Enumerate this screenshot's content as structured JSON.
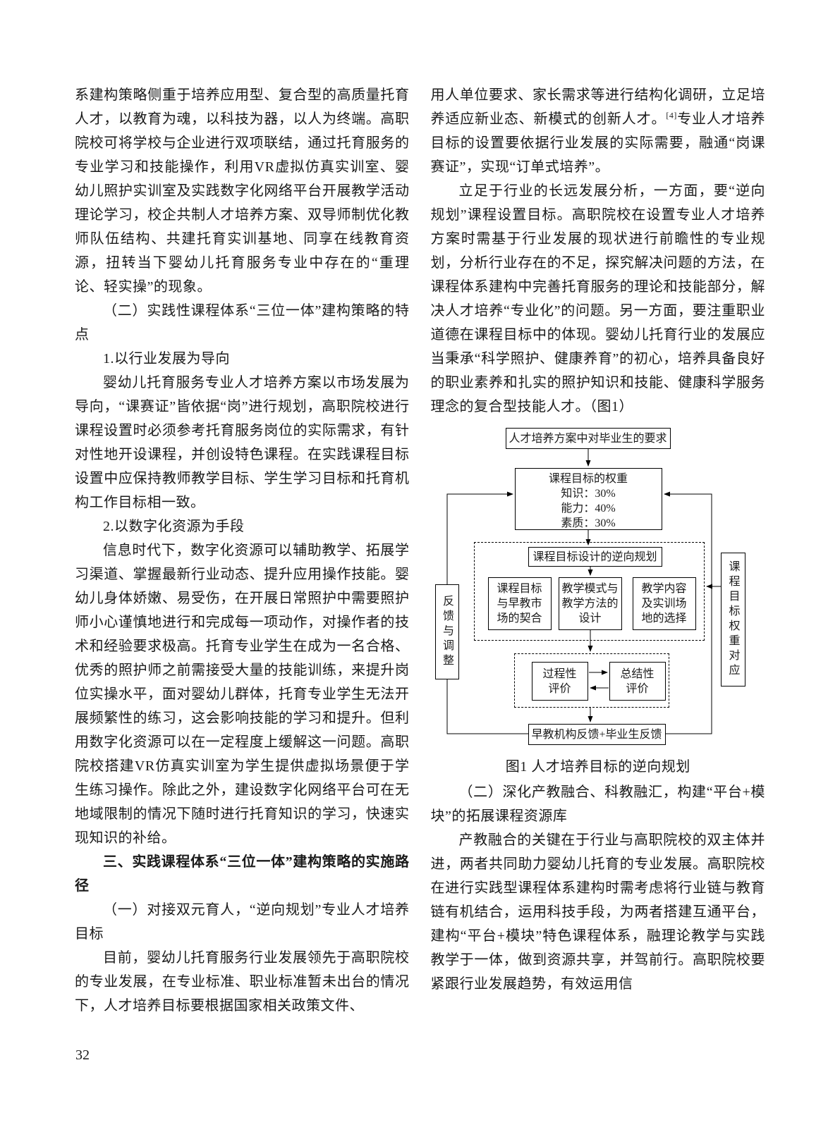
{
  "page_number": "32",
  "left_column": {
    "paragraphs": [
      "系建构策略侧重于培养应用型、复合型的高质量托育人才，以教育为魂，以科技为器，以人为终端。高职院校可将学校与企业进行双项联结，通过托育服务的专业学习和技能操作，利用VR虚拟仿真实训室、婴幼儿照护实训室及实践数字化网络平台开展教学活动理论学习，校企共制人才培养方案、双导师制优化教师队伍结构、共建托育实训基地、同享在线教育资源，扭转当下婴幼儿托育服务专业中存在的“重理论、轻实操”的现象。",
      "（二）实践性课程体系“三位一体”建构策略的特点",
      "1.以行业发展为导向",
      "婴幼儿托育服务专业人才培养方案以市场发展为导向，“课赛证”皆依据“岗”进行规划，高职院校进行课程设置时必须参考托育服务岗位的实际需求，有针对性地开设课程，并创设特色课程。在实践课程目标设置中应保持教师教学目标、学生学习目标和托育机构工作目标相一致。",
      "2.以数字化资源为手段",
      "信息时代下，数字化资源可以辅助教学、拓展学习渠道、掌握最新行业动态、提升应用操作技能。婴幼儿身体娇嫩、易受伤，在开展日常照护中需要照护师小心谨慎地进行和完成每一项动作，对操作者的技术和经验要求极高。托育专业学生在成为一名合格、优秀的照护师之前需接受大量的技能训练，来提升岗位实操水平，面对婴幼儿群体，托育专业学生无法开展频繁性的练习，这会影响技能的学习和提升。但利用数字化资源可以在一定程度上缓解这一问题。高职院校搭建VR仿真实训室为学生提供虚拟场景便于学生练习操作。除此之外，建设数字化网络平台可在无地域限制的情况下随时进行托育知识的学习，快速实现知识的补给。",
      "三、实践课程体系“三位一体”建构策略的实施路径",
      "（一）对接双元育人，“逆向规划”专业人才培养目标",
      "目前，婴幼儿托育服务行业发展领先于高职院校的专业发展，在专业标准、职业标准暂未出台的情况下，人才培养目标要根据国家相关政策文件、"
    ]
  },
  "right_column": {
    "para1_pre": "用人单位要求、家长需求等进行结构化调研，立足培养适应新业态、新模式的创新人才。",
    "para1_sup": "[4]",
    "para1_post": "专业人才培养目标的设置要依据行业发展的实际需要，融通“岗课赛证”，实现“订单式培养”。",
    "para2": "立足于行业的长远发展分析，一方面，要“逆向规划”课程设置目标。高职院校在设置专业人才培养方案时需基于行业发展的现状进行前瞻性的专业规划，分析行业存在的不足，探究解决问题的方法，在课程体系建构中完善托育服务的理论和技能部分，解决人才培养“专业化”的问题。另一方面，要注重职业道德在课程目标中的体现。婴幼儿托育行业的发展应当秉承“科学照护、健康养育”的初心，培养具备良好的职业素养和扎实的照护知识和技能、健康科学服务理念的复合型技能人才。（图1）",
    "para3": "（二）深化产教融合、科教融汇，构建“平台+模块”的拓展课程资源库",
    "para4": "产教融合的关键在于行业与高职院校的双主体并进，两者共同助力婴幼儿托育的专业发展。高职院校在进行实践型课程体系建构时需考虑将行业链与教育链有机结合，运用科技手段，为两者搭建互通平台，建构“平台+模块”特色课程体系，融理论教学与实践教学于一体，做到资源共享，并驾前行。高职院校要紧跟行业发展趋势，有效运用信"
  },
  "figure": {
    "caption": "图1 人才培养目标的逆向规划",
    "nodes": {
      "top": "人才培养方案中对毕业生的要求",
      "weights_title": "课程目标的权重",
      "weight_knowledge": "知识：30%",
      "weight_ability": "能力：40%",
      "weight_quality": "素质：30%",
      "reverse_title": "课程目标设计的逆向规划",
      "box1": "课程目标\n与早教市\n场的契合",
      "box2": "教学模式与\n教学方法的\n设计",
      "box3": "教学内容\n及实训场\n地的选择",
      "process_eval": "过程性\n评价",
      "summary_eval": "总结性\n评价",
      "feedback_bottom": "早教机构反馈+毕业生反馈",
      "left_vertical": "反馈与调整",
      "right_vertical": "课程目标权重对应"
    }
  }
}
